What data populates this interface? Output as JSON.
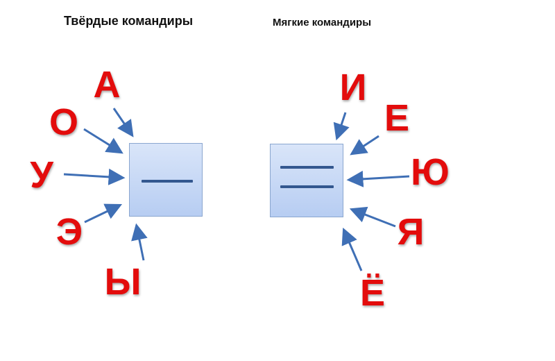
{
  "hard": {
    "title": "Твёрдые командиры",
    "symbol": "single-line",
    "letters": [
      "А",
      "О",
      "У",
      "Э",
      "Ы"
    ]
  },
  "soft": {
    "title": "Мягкие командиры",
    "symbol": "double-line",
    "letters": [
      "И",
      "Е",
      "Ю",
      "Я",
      "Ё"
    ]
  },
  "colors": {
    "letter": "#e30c0c",
    "arrow": "#3f6fb5",
    "box_fill": "#c9dbf6",
    "line": "#33578f"
  }
}
